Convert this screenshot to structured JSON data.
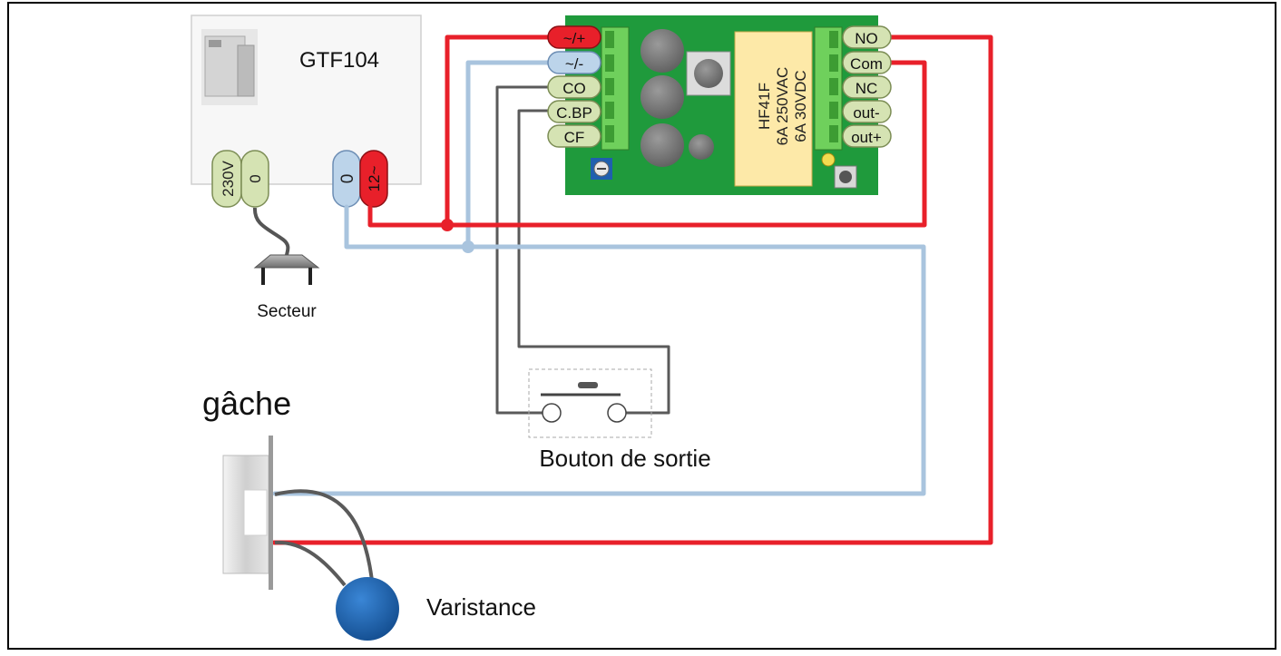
{
  "transformer": {
    "label": "GTF104",
    "mains_terminals": [
      "230V",
      "0"
    ],
    "output_terminals": [
      "0",
      "12~"
    ]
  },
  "plug": {
    "label": "Secteur"
  },
  "board": {
    "left_terminals": [
      "~/+",
      "~/-",
      "CO",
      "C.BP",
      "CF"
    ],
    "right_terminals": [
      "NO",
      "Com",
      "NC",
      "out-",
      "out+"
    ],
    "relay_text": [
      "HF41F",
      "6A 250VAC",
      "6A 30VDC"
    ]
  },
  "strike": {
    "label": "gâche"
  },
  "exit_button": {
    "label": "Bouton de sortie"
  },
  "varistor": {
    "label": "Varistance"
  },
  "colors": {
    "positive_wire": "#e8202a",
    "negative_wire": "#a9c4de",
    "signal_wire": "#5a5a5a",
    "pcb": "#1f9a3c"
  }
}
